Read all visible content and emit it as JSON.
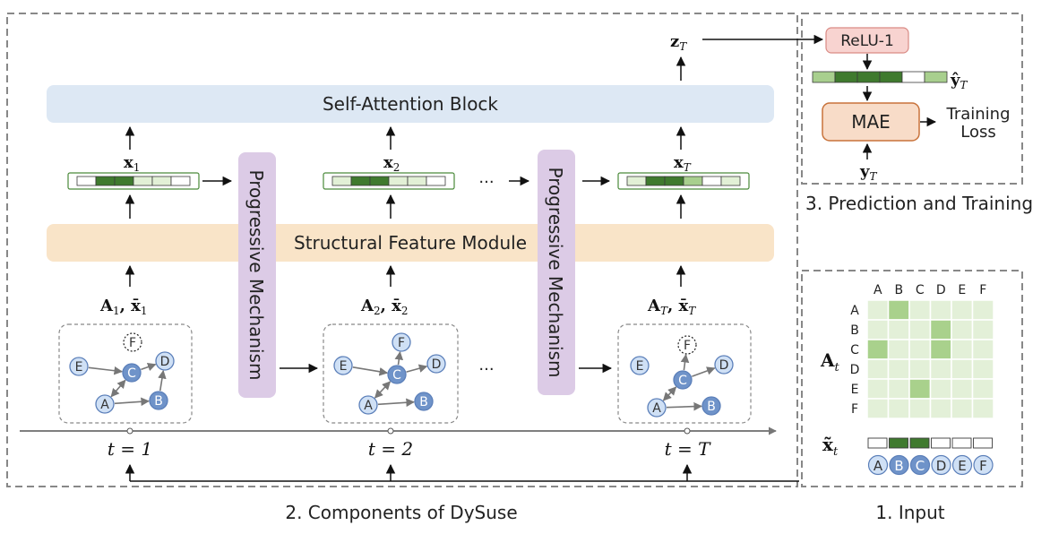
{
  "panels": {
    "components_caption": "2. Components of DySuse",
    "prediction_caption": "3. Prediction and Training",
    "input_caption": "1. Input"
  },
  "blocks": {
    "self_attention": "Self-Attention Block",
    "structural_feature": "Structural Feature Module",
    "progressive": "Progressive Mechanism",
    "relu": "ReLU-1",
    "mae": "MAE",
    "training_loss_line1": "Training",
    "training_loss_line2": "Loss"
  },
  "ellipsis": "···",
  "steps": [
    {
      "t_label": "t = 1",
      "x_sym": "x",
      "x_sub": "1",
      "a_sym": "A",
      "a_sub": "1",
      "xbar_sub": "1",
      "xbar_sym": "x̄"
    },
    {
      "t_label": "t = 2",
      "x_sym": "x",
      "x_sub": "2",
      "a_sym": "A",
      "a_sub": "2",
      "xbar_sub": "2",
      "xbar_sym": "x̄"
    },
    {
      "t_label": "t = T",
      "x_sym": "x",
      "x_sub": "T",
      "a_sym": "A",
      "a_sub": "T",
      "xbar_sub": "T",
      "xbar_sym": "x̄"
    }
  ],
  "z_label": {
    "sym": "z",
    "sub": "T"
  },
  "yhat_label": {
    "sym": "ŷ",
    "sub": "T"
  },
  "y_label": {
    "sym": "y",
    "sub": "T"
  },
  "adj_label": {
    "sym": "A",
    "sub": "t"
  },
  "xt_label": {
    "sym": "x̃",
    "sub": "t"
  },
  "nodes": [
    "A",
    "B",
    "C",
    "D",
    "E",
    "F"
  ],
  "matrix": {
    "col_headers": [
      "A",
      "B",
      "C",
      "D",
      "E",
      "F"
    ],
    "row_headers": [
      "A",
      "B",
      "C",
      "D",
      "E",
      "F"
    ],
    "highlighted": [
      [
        0,
        1
      ],
      [
        1,
        3
      ],
      [
        2,
        0
      ],
      [
        2,
        3
      ],
      [
        4,
        2
      ]
    ]
  },
  "input_vector": [
    0,
    1,
    1,
    0,
    0,
    0
  ],
  "input_nodes_active": [
    false,
    true,
    true,
    false,
    false,
    false
  ],
  "colors": {
    "node_fill_light": "#cfe0f5",
    "node_fill_dark": "#6f93c9",
    "node_stroke": "#5b7fb9",
    "self_attention": "#dde8f4",
    "structural": "#f9e4c8",
    "progressive": "#dccbe6",
    "relu_fill": "#f8d3d0",
    "relu_stroke": "#d98a84",
    "mae_fill": "#f8dcc8",
    "mae_stroke": "#c8723a",
    "vec_dark": "#3f7a2e",
    "vec_mid": "#a8cf8e",
    "vec_light": "#e2f0d6",
    "matrix_cell": "#e3f0d8",
    "matrix_hi": "#a9d18c"
  }
}
